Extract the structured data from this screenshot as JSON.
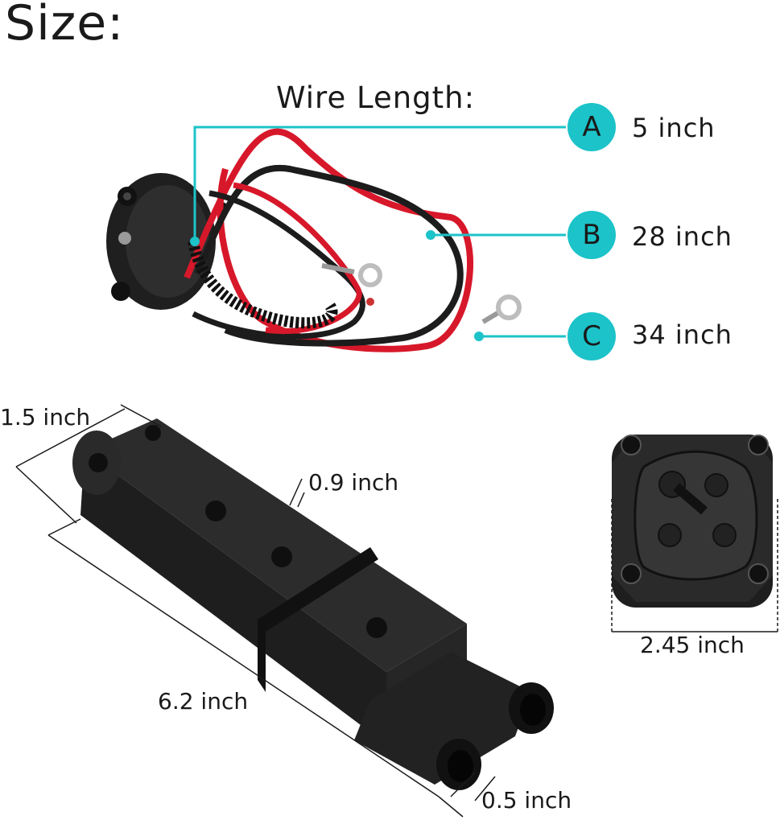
{
  "title": "Size:",
  "wire_length": {
    "label": "Wire Length:",
    "items": [
      {
        "letter": "A",
        "length": "5 inch"
      },
      {
        "letter": "B",
        "length": "28 inch"
      },
      {
        "letter": "C",
        "length": "34 inch"
      }
    ]
  },
  "dimensions": {
    "width": "1.5 inch",
    "height": "0.9 inch",
    "length": "6.2 inch",
    "pin": "0.5 inch",
    "socket": "2.45 inch"
  },
  "colors": {
    "accent": "#1cc3c9",
    "wire_red": "#d7182a",
    "wire_black": "#1c1c1c",
    "plastic": "#2a2a2a"
  }
}
